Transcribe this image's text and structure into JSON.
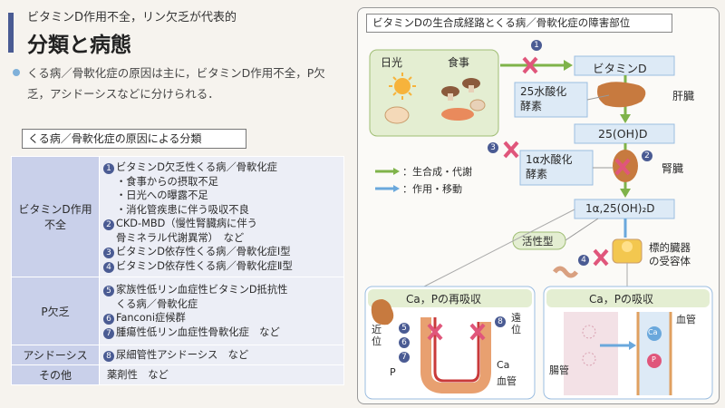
{
  "header": {
    "subtitle": "ビタミンD作用不全，リン欠乏が代表的",
    "title": "分類と病態",
    "intro": "くる病／骨軟化症の原因は主に，ビタミンD作用不全，P欠乏，アシドーシスなどに分けられる．"
  },
  "table": {
    "title": "くる病／骨軟化症の原因による分類",
    "rows": [
      {
        "head": "ビタミンD作用不全",
        "lines": [
          {
            "num": "1",
            "text": "ビタミンD欠乏性くる病／骨軟化症"
          },
          {
            "bullet": "・食事からの摂取不足"
          },
          {
            "bullet": "・日光への曝露不足"
          },
          {
            "bullet": "・消化管疾患に伴う吸収不良"
          },
          {
            "num": "2",
            "text": "CKD-MBD（慢性腎臓病に伴う"
          },
          {
            "cont": "骨ミネラル代謝異常）　など"
          },
          {
            "num": "3",
            "text": "ビタミンD依存性くる病／骨軟化症Ⅰ型"
          },
          {
            "num": "4",
            "text": "ビタミンD依存性くる病／骨軟化症Ⅱ型"
          }
        ]
      },
      {
        "head": "P欠乏",
        "lines": [
          {
            "num": "5",
            "text": "家族性低リン血症性ビタミンD抵抗性"
          },
          {
            "cont": "くる病／骨軟化症"
          },
          {
            "num": "6",
            "text": "Fanconi症候群"
          },
          {
            "num": "7",
            "text": "腫瘍性低リン血症性骨軟化症　など"
          }
        ]
      },
      {
        "head": "アシドーシス",
        "lines": [
          {
            "num": "8",
            "text": "尿細管性アシドーシス　など"
          }
        ]
      },
      {
        "head": "その他",
        "lines": [
          {
            "cont": "薬剤性　など"
          }
        ]
      }
    ]
  },
  "diagram": {
    "title": "ビタミンDの生合成経路とくる病／骨軟化症の障害部位",
    "sunlight": "日光",
    "food": "食事",
    "vitd": "ビタミンD",
    "enzyme25": "25水酸化\n酵素",
    "liver": "肝臓",
    "ohd25": "25(OH)D",
    "enzyme1a": "1α水酸化\n酵素",
    "kidney": "腎臓",
    "active": "1α,25(OH)₂D",
    "active_label": "活性型",
    "receptor": "標的臓器\nの受容体",
    "legend": {
      "synth": "：生合成・代謝",
      "action": "：作用・移動"
    },
    "reabsorb_title": "Ca，Pの再吸収",
    "absorb_title": "Ca，Pの吸収",
    "proximal": "近位",
    "distal": "遠位",
    "p_label": "P",
    "ca_label": "Ca",
    "vessel": "血管",
    "gut": "腸管",
    "ca": "Ca",
    "p": "P",
    "markers": [
      "1",
      "2",
      "3",
      "4",
      "5",
      "6",
      "7",
      "8"
    ]
  },
  "colors": {
    "accent": "#4a5b93",
    "green": "#7fb34a",
    "blue": "#6aa8dc",
    "cross": "#e0567b",
    "pinkbox": "#f3e1e6"
  }
}
